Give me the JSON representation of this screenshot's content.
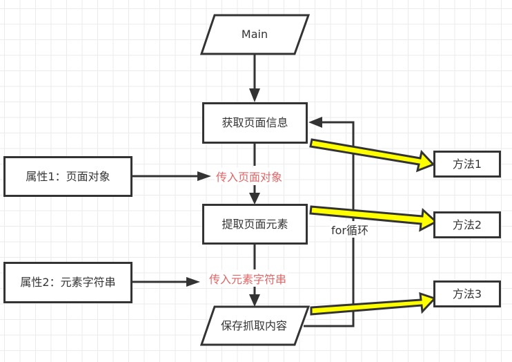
{
  "diagram": {
    "nodes": {
      "main": "Main",
      "get_page_info": "获取页面信息",
      "extract_elements": "提取页面元素",
      "save_content": "保存抓取内容",
      "attr1": "属性1：页面对象",
      "attr2": "属性2：元素字符串",
      "method1": "方法1",
      "method2": "方法2",
      "method3": "方法3"
    },
    "edge_labels": {
      "pass_page_object": "传入页面对象",
      "pass_element_string": "传入元素字符串",
      "for_loop": "for循环"
    },
    "colors": {
      "stroke": "#333333",
      "highlight_arrow": "#ffff00",
      "edge_label_red": "#e06666",
      "grid": "#ebebeb"
    }
  }
}
